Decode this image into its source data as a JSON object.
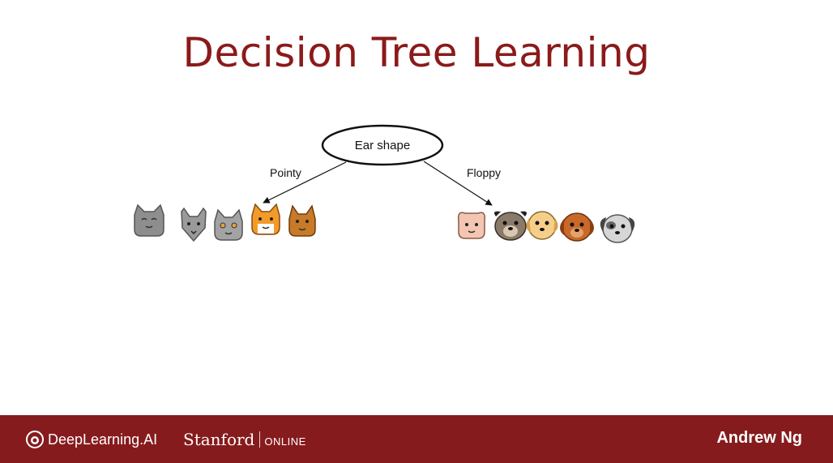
{
  "title": "Decision Tree Learning",
  "tree": {
    "root": "Ear shape",
    "branches": [
      {
        "label": "Pointy",
        "animals": [
          "cat",
          "cat",
          "cat",
          "cat",
          "cat"
        ]
      },
      {
        "label": "Floppy",
        "animals": [
          "cat",
          "dog",
          "dog",
          "dog",
          "dog"
        ]
      }
    ]
  },
  "footer": {
    "deeplearning": "DeepLearning.AI",
    "stanford": "Stanford",
    "online": "ONLINE",
    "presenter": "Andrew Ng"
  },
  "colors": {
    "title": "#8b1a1a",
    "footer_bg": "#861b1d"
  }
}
